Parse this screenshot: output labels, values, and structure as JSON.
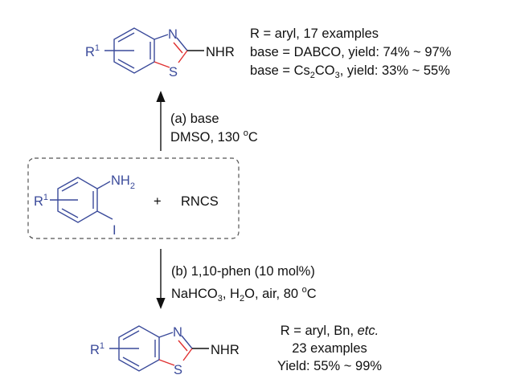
{
  "product_top": {
    "r1": "R",
    "r1_sup": "1",
    "n": "N",
    "s": "S",
    "nhr": "NHR",
    "notes": {
      "line1": "R = aryl, 17 examples",
      "line2": "base = DABCO, yield: 74% ~ 97%",
      "line3_a": "base = Cs",
      "line3_sub1": "2",
      "line3_b": "CO",
      "line3_sub2": "3",
      "line3_c": ", yield: 33% ~ 55%"
    }
  },
  "condition_a": {
    "line1": "(a) base",
    "line2_a": "DMSO, 130 ",
    "line2_sup": "o",
    "line2_b": "C"
  },
  "starting_materials": {
    "r1": "R",
    "r1_sup": "1",
    "nh": "NH",
    "nh_sub": "2",
    "iodo": "I",
    "plus": "+",
    "reagent": "RNCS"
  },
  "condition_b": {
    "line1": "(b) 1,10-phen (10 mol%)",
    "line2_a": "NaHCO",
    "line2_sub1": "3",
    "line2_b": ", H",
    "line2_sub2": "2",
    "line2_c": "O, air, 80 ",
    "line2_sup": "o",
    "line2_d": "C"
  },
  "product_bottom": {
    "r1": "R",
    "r1_sup": "1",
    "n": "N",
    "s": "S",
    "nhr": "NHR",
    "notes": {
      "line1_a": "R = aryl, Bn, ",
      "line1_b": "etc.",
      "line2": "23 examples",
      "line3": "Yield: 55% ~ 99%"
    }
  },
  "colors": {
    "structure": "#3a4a9a",
    "sulfur_bonds": "#e03030",
    "text": "#111111"
  }
}
